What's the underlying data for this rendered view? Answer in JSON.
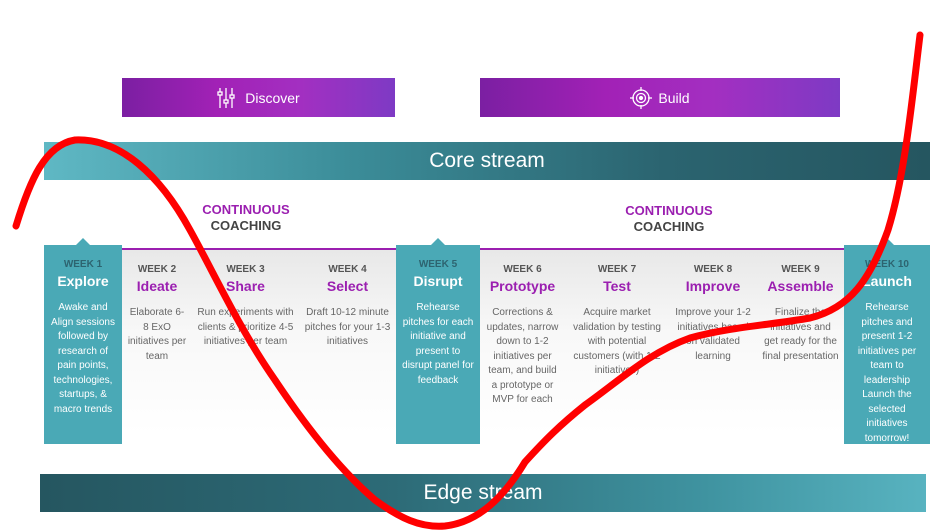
{
  "phases": {
    "discover": {
      "label": "Discover",
      "icon": "sliders-icon"
    },
    "build": {
      "label": "Build",
      "icon": "target-icon"
    }
  },
  "streams": {
    "core": "Core stream",
    "edge": "Edge stream"
  },
  "coaching": [
    {
      "line1": "CONTINUOUS",
      "line2": "COACHING"
    },
    {
      "line1": "CONTINUOUS",
      "line2": "COACHING"
    }
  ],
  "weeks": [
    {
      "week": "WEEK 1",
      "name": "Explore",
      "desc": "Awake and Align sessions followed by research of pain points, technologies, startups, & macro trends"
    },
    {
      "week": "WEEK 2",
      "name": "Ideate",
      "desc": "Elaborate 6-8 ExO initiatives per team"
    },
    {
      "week": "WEEK 3",
      "name": "Share",
      "desc": "Run experiments with clients & prioritize 4-5 initiatives per team"
    },
    {
      "week": "WEEK 4",
      "name": "Select",
      "desc": "Draft 10-12 minute pitches for your 1-3 initiatives"
    },
    {
      "week": "WEEK 5",
      "name": "Disrupt",
      "desc": "Rehearse pitches for each initiative and present to disrupt panel for feedback"
    },
    {
      "week": "WEEK 6",
      "name": "Prototype",
      "desc": "Corrections & updates, narrow down to 1-2 initiatives per team, and build a prototype or MVP for each"
    },
    {
      "week": "WEEK 7",
      "name": "Test",
      "desc": "Acquire market validation by testing with potential customers (with 1-2 initiatives)"
    },
    {
      "week": "WEEK 8",
      "name": "Improve",
      "desc": "Improve your 1-2 initiatives based on validated learning"
    },
    {
      "week": "WEEK 9",
      "name": "Assemble",
      "desc": "Finalize the initiatives and get ready for the final presentation"
    },
    {
      "week": "WEEK 10",
      "name": "Launch",
      "desc": "Rehearse pitches and present 1-2 initiatives per team to leadership Launch the selected initiatives tomorrow!"
    }
  ],
  "colors": {
    "purple": "#9b1fb0",
    "teal": "#4aa9b6",
    "dark_teal": "#255660",
    "annotation_red": "#ff0000"
  }
}
